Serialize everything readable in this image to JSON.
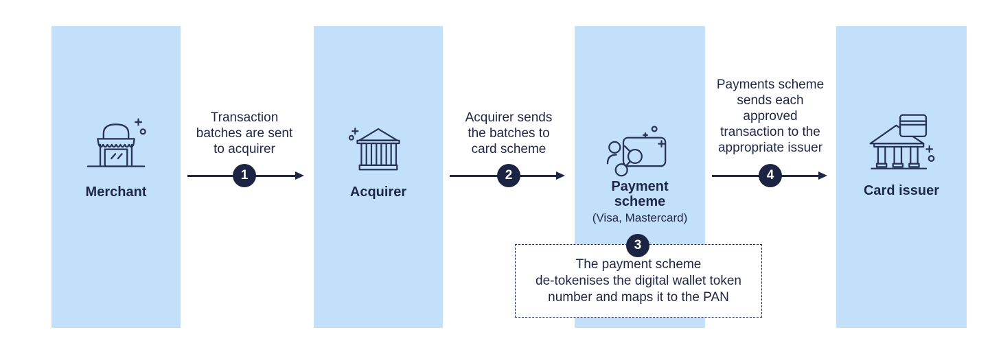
{
  "colors": {
    "background": "#ffffff",
    "panel_bg": "#c3e0fa",
    "ink": "#1f2747",
    "badge_bg": "#1d2343",
    "badge_text": "#ffffff",
    "icon_stroke": "#263257"
  },
  "entities": [
    {
      "label": "Merchant",
      "icon": "storefront-icon"
    },
    {
      "label": "Acquirer",
      "icon": "bank-icon"
    },
    {
      "label": "Payment scheme",
      "sublabel": "(Visa, Mastercard)",
      "icon": "tokenized-card-icon"
    },
    {
      "label": "Card issuer",
      "icon": "bank-with-card-icon"
    }
  ],
  "steps": [
    {
      "number": "1",
      "lines": [
        "Transaction",
        "batches are sent",
        "to acquirer"
      ]
    },
    {
      "number": "2",
      "lines": [
        "Acquirer sends",
        "the batches to",
        "card scheme"
      ]
    },
    {
      "number": "3",
      "lines": [
        "The payment scheme",
        "de-tokenises the digital wallet token",
        "number and maps it to the PAN"
      ]
    },
    {
      "number": "4",
      "lines": [
        "Payments scheme",
        "sends each",
        "approved",
        "transaction to the",
        "appropriate issuer"
      ]
    }
  ]
}
